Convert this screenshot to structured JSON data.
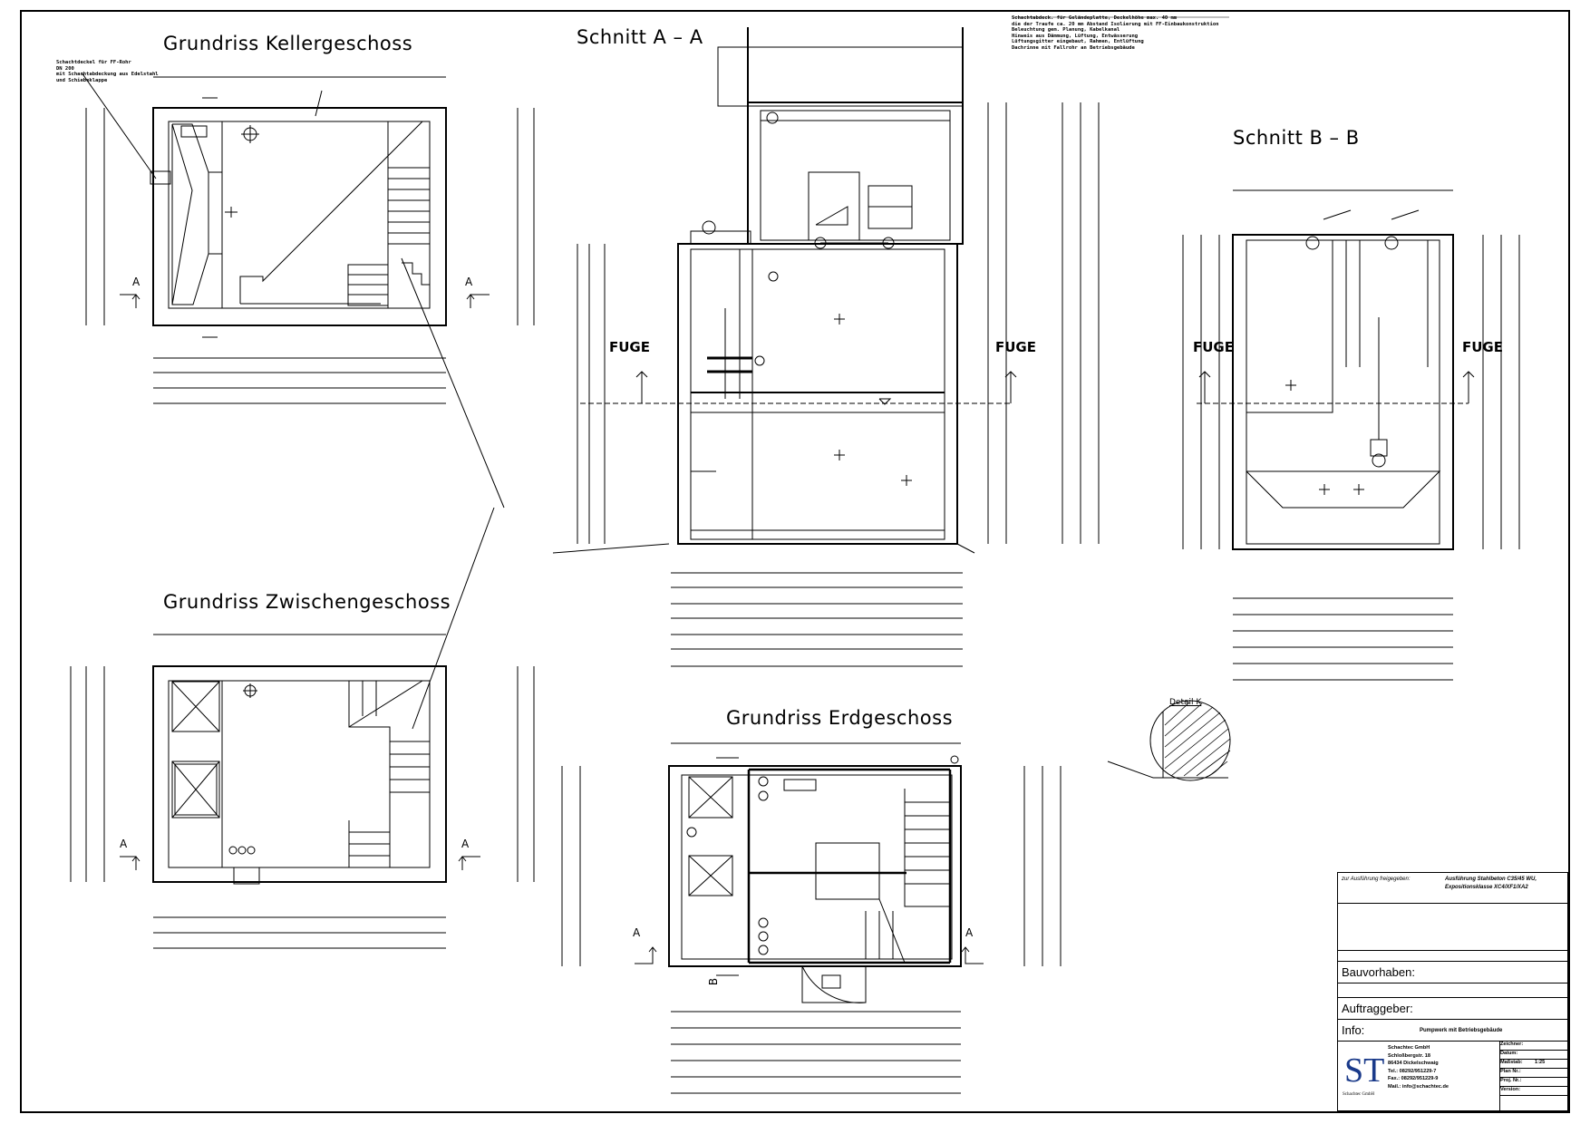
{
  "titles": {
    "kellergeschoss": "Grundriss Kellergeschoss",
    "zwischengeschoss": "Grundriss Zwischengeschoss",
    "erdgeschoss": "Grundriss Erdgeschoss",
    "schnitt_aa": "Schnitt A – A",
    "schnitt_bb": "Schnitt B – B",
    "detail": "Detail K"
  },
  "labels": {
    "fuge": "FUGE",
    "sec_a": "A",
    "sec_b": "B"
  },
  "title_block": {
    "approved_label": "zur Ausführung freigegeben:",
    "approved_value_1": "Ausführung Stahlbeton C35/45 WU,",
    "approved_value_2": "Expositionsklasse XC4/XF1/XA2",
    "bauvorhaben_label": "Bauvorhaben:",
    "auftraggeber_label": "Auftraggeber:",
    "info_label": "Info:",
    "info_value": "Pumpwerk mit Betriebsgebäude",
    "company_lines": "Schachtec GmbH\nSchloßbergstr. 18\n86434 Dickelschwaig\nTel.: 08292/951229-7\nFax.: 08292/951229-9\nMail.: info@schachtec.de",
    "logo_letters": "ST",
    "logo_caption": "Schachtec GmbH",
    "meta": [
      {
        "label": "Zeichner:",
        "value": ""
      },
      {
        "label": "Datum:",
        "value": ""
      },
      {
        "label": "Maßstab:",
        "value": "1:25"
      },
      {
        "label": "Plan Nr.:",
        "value": ""
      },
      {
        "label": "Proj. Nr.:",
        "value": ""
      },
      {
        "label": "Version:",
        "value": ""
      }
    ]
  }
}
